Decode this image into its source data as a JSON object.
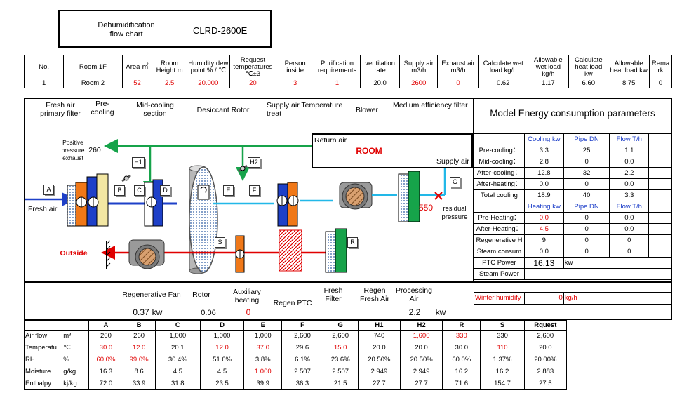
{
  "header": {
    "title_line1": "Dehumidification",
    "title_line2": "flow chart",
    "model": "CLRD-2600E"
  },
  "spec": {
    "headers": [
      "No.",
      "Room        1F",
      "Area ㎡",
      "Room Height m",
      "Humidity dew point % / ℃",
      "Request temperatures ℃±3",
      "Person inside",
      "Purification requirements",
      "ventilation rate",
      "Supply air m3/h",
      "Exhaust air m3/h",
      "Calculate wet load kg/h",
      "Allowable wet load kg/h",
      "Calculate heat load kw",
      "Allowable heat load kw",
      "Rema rk"
    ],
    "row": [
      "1",
      "Room 2",
      "52",
      "2.5",
      "20.000",
      "20",
      "3",
      "1",
      "20.0",
      "2600",
      "0",
      "0.62",
      "1.17",
      "6.60",
      "8.75",
      "0"
    ]
  },
  "flow": {
    "sections": [
      "Fresh air primary filter",
      "Pre-cooling",
      "Mid-cooling section",
      "Desiccant Rotor",
      "Supply air Temperature treat",
      "Blower",
      "Medium efficiency filter"
    ],
    "positive_exhaust": "Positive pressure exhaust",
    "exhaust_value": "260",
    "return_air": "Return air",
    "room": "ROOM",
    "supply_air": "Supply air",
    "supply_value": "550",
    "residual": "residual pressure",
    "fresh_air": "Fresh air",
    "outside": "Outside",
    "letters": [
      "A",
      "B",
      "C",
      "D",
      "E",
      "F",
      "G",
      "H1",
      "H2",
      "S",
      "R"
    ]
  },
  "energy": {
    "title": "Model Energy consumption parameters",
    "cool_headers": [
      "Cooling kw",
      "Pipe DN",
      "Flow T/h"
    ],
    "cool_rows": [
      [
        "Pre-cooling：",
        "3.3",
        "25",
        "1.1"
      ],
      [
        "Mid-cooling：",
        "2.8",
        "0",
        "0.0"
      ],
      [
        "After-cooling：",
        "12.8",
        "32",
        "2.2"
      ],
      [
        "After-heating：",
        "0.0",
        "0",
        "0.0"
      ],
      [
        "Total cooling",
        "18.9",
        "40",
        "3.3"
      ]
    ],
    "heat_headers": [
      "Heating kw",
      "Pipe DN",
      "Flow T/h"
    ],
    "heat_rows": [
      [
        "Pre-Heating：",
        "0.0",
        "0",
        "0.0"
      ],
      [
        "After-Heating：",
        "4.5",
        "0",
        "0.0"
      ],
      [
        "Regenerative H",
        "9",
        "0",
        "0"
      ],
      [
        "Steam consum",
        "0.0",
        "0",
        "0"
      ]
    ],
    "ptc_label": "PTC Power",
    "ptc_value": "16.13",
    "ptc_unit": "kw",
    "steam_label": "Steam Power",
    "winter_label": "Winter humidify",
    "winter_value": "0",
    "winter_unit": "kg/h"
  },
  "power": {
    "labels": [
      "Regenerative Fan",
      "Rotor",
      "Auxiliary heating",
      "Regen PTC",
      "Fresh Filter",
      "Regen Fresh Air",
      "Processing Air"
    ],
    "fan_value": "0.37",
    "fan_unit": "kw",
    "rotor_value": "0.06",
    "aux_value": "0",
    "proc_value": "2.2",
    "proc_unit": "kw"
  },
  "states": {
    "columns": [
      "A",
      "B",
      "C",
      "D",
      "E",
      "F",
      "G",
      "H1",
      "H2",
      "R",
      "S",
      "Rquest"
    ],
    "rows": [
      {
        "name": "Air flow",
        "unit": "m³",
        "values": [
          "260",
          "260",
          "1,000",
          "1,000",
          "1,000",
          "2,600",
          "2,600",
          "740",
          "1,600",
          "330",
          "330",
          "2,600"
        ]
      },
      {
        "name": "Temperatu",
        "unit": "℃",
        "values": [
          "30.0",
          "12.0",
          "20.1",
          "12.0",
          "37.0",
          "29.6",
          "15.0",
          "20.0",
          "20.0",
          "30.0",
          "110",
          "20.0"
        ]
      },
      {
        "name": "RH",
        "unit": "%",
        "values": [
          "60.0%",
          "99.0%",
          "30.4%",
          "51.6%",
          "3.8%",
          "6.1%",
          "23.6%",
          "20.50%",
          "20.50%",
          "60.0%",
          "1.37%",
          "20.00%"
        ]
      },
      {
        "name": "Moisture",
        "unit": "g/kg",
        "values": [
          "16.3",
          "8.6",
          "4.5",
          "4.5",
          "1.000",
          "2.507",
          "2.507",
          "2.949",
          "2.949",
          "16.2",
          "16.2",
          "2.883"
        ]
      },
      {
        "name": "Enthalpy",
        "unit": "kj/kg",
        "values": [
          "72.0",
          "33.9",
          "31.8",
          "23.5",
          "39.9",
          "36.3",
          "21.5",
          "27.7",
          "27.7",
          "71.6",
          "154.7",
          "27.5"
        ]
      }
    ]
  },
  "colors": {
    "green": "#16a34a",
    "red": "#e00000",
    "cyan": "#22b8e8",
    "blue": "#1e40c8",
    "orange": "#f07818"
  }
}
